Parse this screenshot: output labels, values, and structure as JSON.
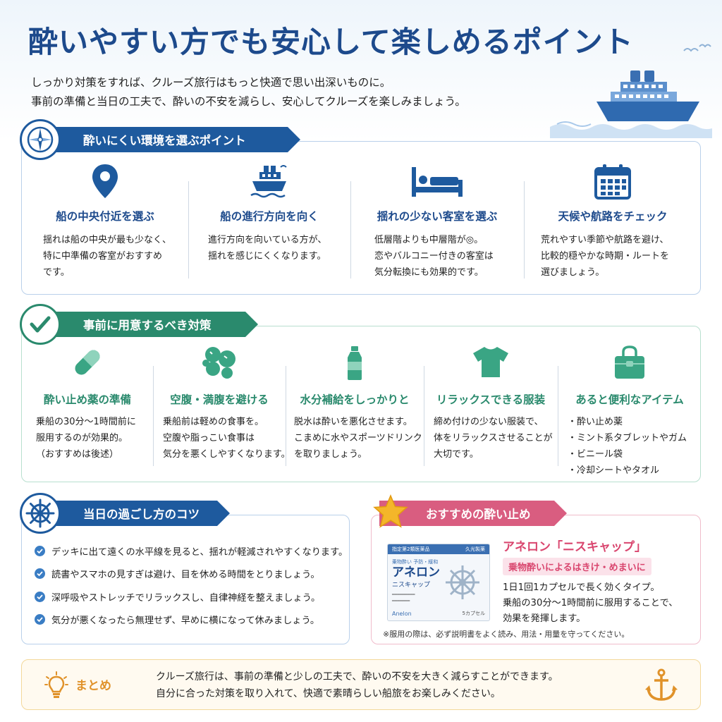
{
  "header": {
    "title": "酔いやすい方でも安心して楽しめるポイント",
    "intro_lines": [
      "しっかり対策をすれば、クルーズ旅行はもっと快適で思い出深いものに。",
      "事前の準備と当日の工夫で、酔いの不安を減らし、安心してクルーズを楽しみましょう。"
    ]
  },
  "environment": {
    "heading": "酔いにくい環境を選ぶポイント",
    "items": [
      {
        "icon": "map-pin-icon",
        "title": "船の中央付近を選ぶ",
        "lines": [
          "揺れは船の中央が最も少なく、",
          "特に中準備の客室がおすすめ",
          "です。"
        ]
      },
      {
        "icon": "ship-icon",
        "title": "船の進行方向を向く",
        "lines": [
          "進行方向を向いている方が、",
          "揺れを感じにくくなります。"
        ]
      },
      {
        "icon": "bed-icon",
        "title": "揺れの少ない客室を選ぶ",
        "lines": [
          "低層階よりも中層階が◎。",
          "恋やバルコニー付きの客室は",
          "気分転換にも効果的です。"
        ]
      },
      {
        "icon": "calendar-icon",
        "title": "天候や航路をチェック",
        "lines": [
          "荒れやすい季節や航路を避け、",
          "比較的穏やかな時期・ルートを",
          "選びましょう。"
        ]
      }
    ]
  },
  "preparation": {
    "heading": "事前に用意するべき対策",
    "items": [
      {
        "icon": "capsule-icon",
        "title": "酔い止め薬の準備",
        "lines": [
          "乗船の30分〜1時間前に",
          "服用するのが効果的。",
          "（おすすめは後述）"
        ]
      },
      {
        "icon": "food-icon",
        "title": "空腹・満腹を避ける",
        "lines": [
          "乗船前は軽めの食事を。",
          "空腹や脂っこい食事は",
          "気分を悪くしやすくなります。"
        ]
      },
      {
        "icon": "water-bottle-icon",
        "title": "水分補給をしっかりと",
        "lines": [
          "脱水は酔いを悪化させます。",
          "こまめに水やスポーツドリンク",
          "を取りましょう。"
        ]
      },
      {
        "icon": "tshirt-icon",
        "title": "リラックスできる服装",
        "lines": [
          "締め付けの少ない服装で、",
          "体をリラックスさせることが",
          "大切です。"
        ]
      },
      {
        "icon": "bag-icon",
        "title": "あると便利なアイテム",
        "lines": [
          "・酔い止め薬",
          "・ミント系タブレットやガム",
          "・ビニール袋",
          "・冷却シートやタオル"
        ]
      }
    ]
  },
  "tips": {
    "heading": "当日の過ごし方のコツ",
    "items": [
      "デッキに出て遠くの水平線を見ると、揺れが軽減されやすくなります。",
      "読書やスマホの見すぎは避け、目を休める時間をとりましょう。",
      "深呼吸やストレッチでリラックスし、自律神経を整えましょう。",
      "気分が悪くなったら無理せず、早めに横になって休みましょう。"
    ]
  },
  "recommendation": {
    "heading": "おすすめの酔い止め",
    "product_name": "アネロン「ニスキャップ」",
    "tag": "乗物酔いによるはきけ・めまいに",
    "desc_lines": [
      "1日1回1カプセルで長く効くタイプ。",
      "乗船の30分〜1時間前に服用することで、",
      "効果を発揮します。"
    ],
    "note": "※服用の際は、必ず説明書をよく読み、用法・用量を守ってください。",
    "package": {
      "top_left": "指定第2類医薬品",
      "top_right": "久光製薬",
      "sub": "乗物酔い 予防・緩和",
      "name": "アネロン",
      "name2": "ニスキャップ",
      "brand": "Anelon",
      "count": "5カプセル"
    }
  },
  "summary": {
    "label": "まとめ",
    "lines": [
      "クルーズ旅行は、事前の準備と少しの工夫で、酔いの不安を大きく減らすことができます。",
      "自分に合った対策を取り入れて、快適で素晴らしい船旅をお楽しみください。"
    ]
  },
  "colors": {
    "navy": "#1d4a8c",
    "green": "#2a8a6d",
    "pink": "#d95d80",
    "gold": "#e0922a"
  }
}
